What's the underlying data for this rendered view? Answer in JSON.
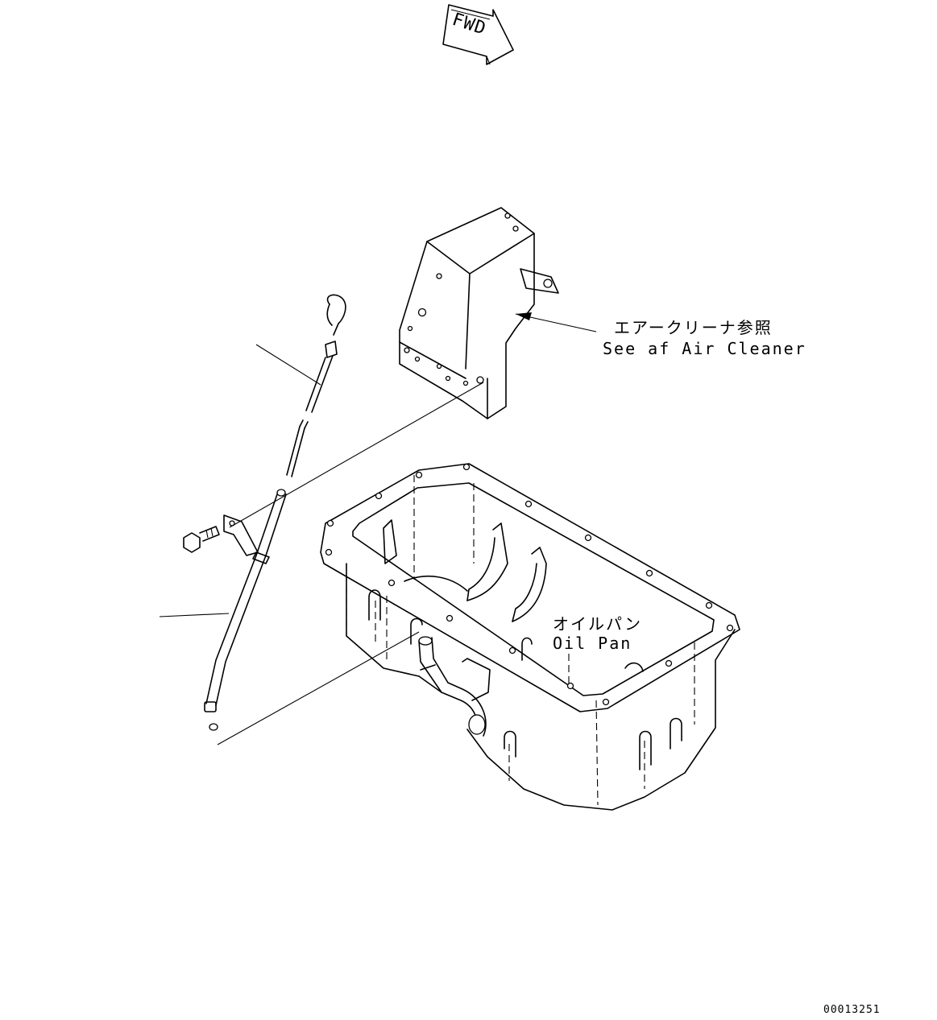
{
  "fwd_label": "FWD",
  "air_cleaner": {
    "label_jp": "エアークリーナ参照",
    "label_en": "See af Air Cleaner"
  },
  "oil_pan": {
    "label_jp": "オイルパン",
    "label_en": "Oil Pan"
  },
  "drawing_number": "00013251"
}
